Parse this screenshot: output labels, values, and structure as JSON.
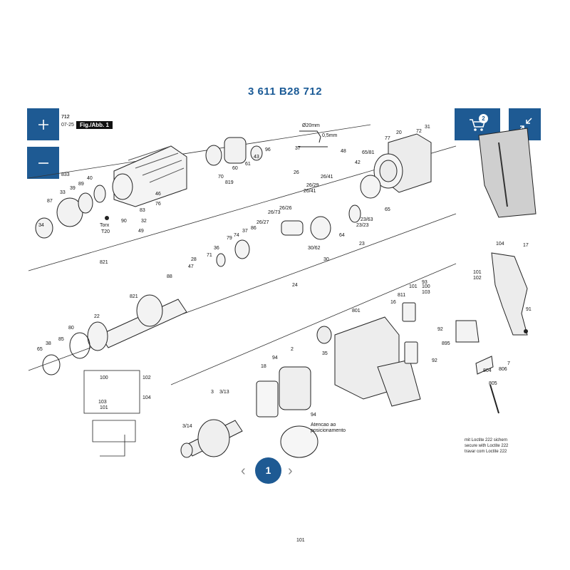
{
  "page": {
    "title": "3 611 B28 712"
  },
  "header_info": {
    "line1": "712",
    "line2": "07-25",
    "fig_label": "Fig./Abb. 1"
  },
  "controls": {
    "zoom_in_icon": "plus-icon",
    "zoom_out_icon": "minus-icon",
    "cart_icon": "cart-icon",
    "cart_count": "2",
    "collapse_icon": "collapse-arrows-icon"
  },
  "diagram": {
    "dimension_top": "Ø20mm",
    "dimension_side": "0,5mm",
    "torx_label": "Torx",
    "torx_size": "T20",
    "positioning_note_1": "Atencao ao",
    "positioning_note_2": "posicionamento",
    "part_numbers": [
      "712",
      "833",
      "40",
      "89",
      "39",
      "33",
      "87",
      "34",
      "90",
      "46",
      "76",
      "83",
      "32",
      "49",
      "821",
      "70",
      "60",
      "61",
      "43",
      "96",
      "819",
      "37",
      "48",
      "65/81",
      "42",
      "26",
      "26/41",
      "26/29",
      "26/41",
      "26/73",
      "26/26",
      "26/27",
      "86",
      "77",
      "20",
      "31",
      "72",
      "65",
      "23/63",
      "23/23",
      "64",
      "23",
      "30/62",
      "30",
      "24",
      "79",
      "74",
      "37",
      "36",
      "71",
      "28",
      "47",
      "88",
      "821",
      "22",
      "80",
      "85",
      "38",
      "65",
      "100",
      "103",
      "101",
      "102",
      "104",
      "3",
      "3/13",
      "18",
      "94",
      "2",
      "35",
      "3/14",
      "94",
      "801",
      "811",
      "16",
      "101",
      "93",
      "100",
      "103",
      "101",
      "102",
      "104",
      "17",
      "91",
      "92",
      "895",
      "804",
      "805",
      "806",
      "7",
      "92",
      "101"
    ],
    "loctite_note": [
      "mit Loctite 222 sichern",
      "secure with Loctite 222",
      "travar com Loctite 222"
    ]
  },
  "pager": {
    "prev_label": "‹",
    "current_page": "1",
    "next_label": "›"
  },
  "colors": {
    "accent": "#1e5a93",
    "title": "#1a5a96"
  }
}
